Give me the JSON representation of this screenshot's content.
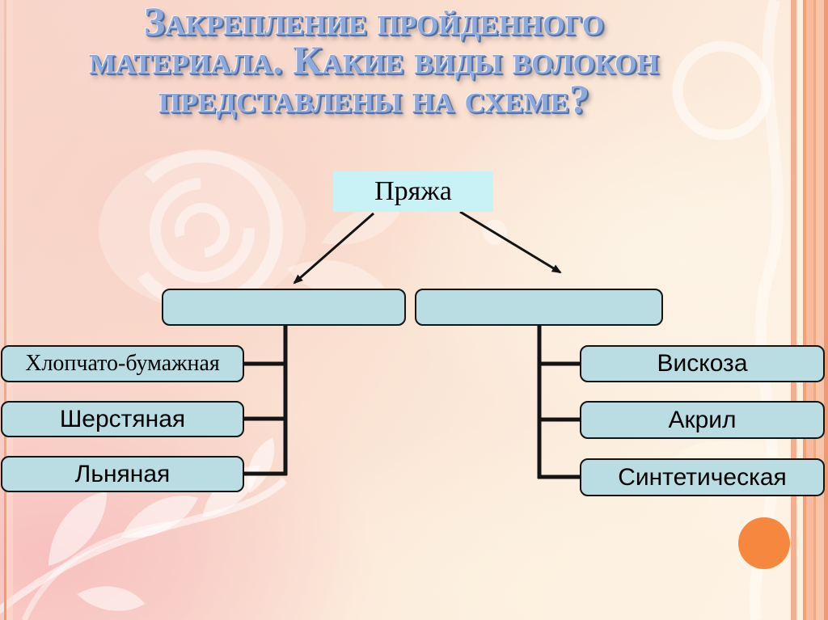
{
  "title": {
    "lines": [
      "Закрепление пройденного",
      "материала. Какие виды волокон",
      "представлены  на схеме?"
    ]
  },
  "diagram": {
    "root_label": "Пряжа",
    "left_branch": {
      "parent_label": "",
      "items": [
        "Хлопчато-бумажная",
        "Шерстяная",
        "Льняная"
      ]
    },
    "right_branch": {
      "parent_label": "",
      "items": [
        "Вискоза",
        "Акрил",
        "Синтетическая"
      ]
    }
  },
  "decorations": {
    "title_color": "#8fa9da",
    "root_box_fill": "#c9f2f7",
    "node_box_fill": "#b9dde2",
    "connector_color": "#141414",
    "accent_circle_color": "#f5873f",
    "frame_stripe_color": "#f2996a"
  }
}
